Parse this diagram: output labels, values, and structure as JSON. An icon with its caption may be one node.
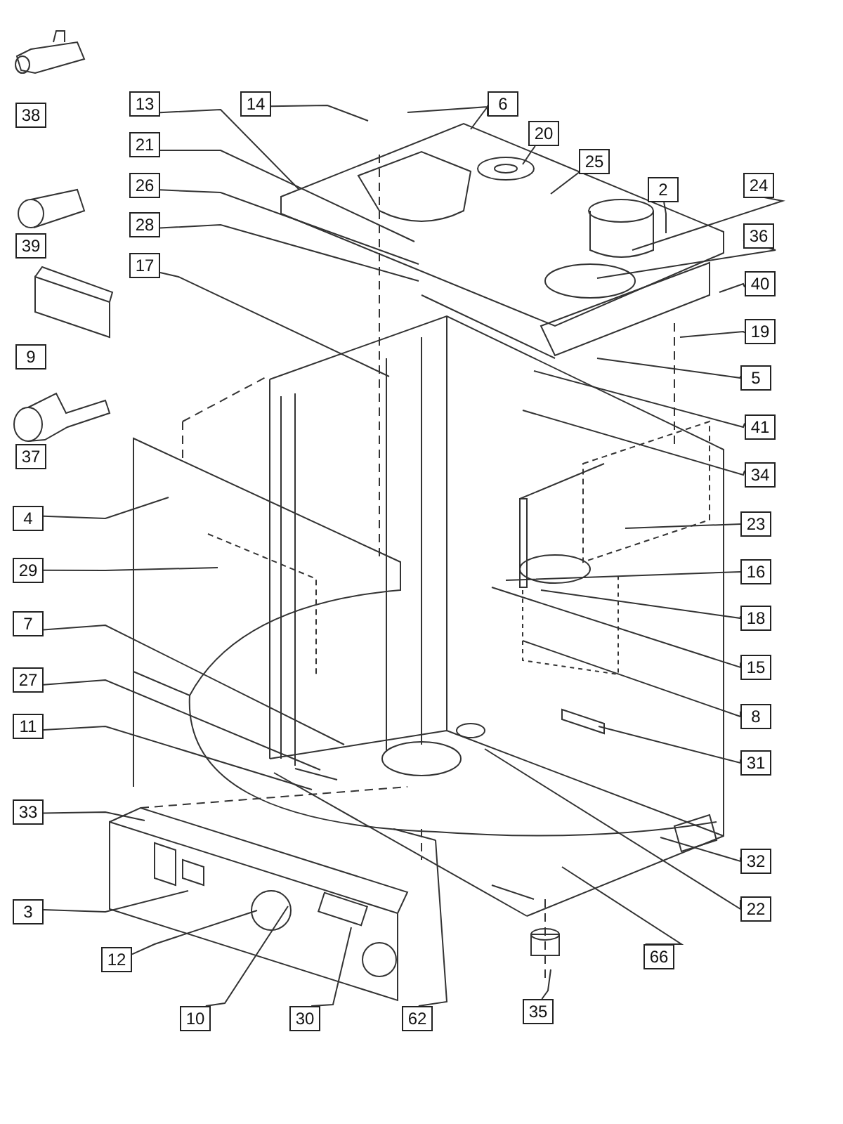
{
  "diagram": {
    "nodes": [
      {
        "text": [
          "13"
        ]
      },
      {
        "text": [
          "14"
        ]
      },
      {
        "text": [
          "6"
        ]
      },
      {
        "text": [
          "20"
        ]
      },
      {
        "text": [
          "25"
        ]
      },
      {
        "text": [
          "2"
        ]
      },
      {
        "text": [
          "24"
        ]
      },
      {
        "text": [
          "21"
        ]
      },
      {
        "text": [
          "26"
        ]
      },
      {
        "text": [
          "28"
        ]
      },
      {
        "text": [
          "36"
        ]
      },
      {
        "text": [
          "40"
        ]
      },
      {
        "text": [
          "17"
        ]
      },
      {
        "text": [
          "19"
        ]
      },
      {
        "text": [
          "5"
        ]
      },
      {
        "text": [
          "41"
        ]
      },
      {
        "text": [
          "34"
        ]
      },
      {
        "text": [
          "4"
        ]
      },
      {
        "text": [
          "23"
        ]
      },
      {
        "text": [
          "29"
        ]
      },
      {
        "text": [
          "16"
        ]
      },
      {
        "text": [
          "7"
        ]
      },
      {
        "text": [
          "18"
        ]
      },
      {
        "text": [
          "15"
        ]
      },
      {
        "text": [
          "27"
        ]
      },
      {
        "text": [
          "8"
        ]
      },
      {
        "text": [
          "11"
        ]
      },
      {
        "text": [
          "31"
        ]
      },
      {
        "text": [
          "33"
        ]
      },
      {
        "text": [
          "32"
        ]
      },
      {
        "text": [
          "3"
        ]
      },
      {
        "text": [
          "22"
        ]
      },
      {
        "text": [
          "66"
        ]
      },
      {
        "text": [
          "12"
        ]
      },
      {
        "text": [
          "10"
        ]
      },
      {
        "text": [
          "30"
        ]
      },
      {
        "text": [
          "62"
        ]
      },
      {
        "text": [
          "35"
        ]
      },
      {
        "text": [
          "38"
        ]
      },
      {
        "text": [
          "39"
        ]
      },
      {
        "text": [
          "9"
        ]
      },
      {
        "text": [
          "37"
        ]
      }
    ],
    "edges": [
      {
        "from": 0,
        "to": null,
        "arrow": "none"
      },
      {
        "from": 1,
        "to": null,
        "arrow": "none"
      },
      {
        "from": 2,
        "to": null,
        "arrow": "none"
      },
      {
        "from": 2,
        "to": null,
        "arrow": "none"
      },
      {
        "from": 3,
        "to": null,
        "arrow": "none"
      },
      {
        "from": 4,
        "to": null,
        "arrow": "none"
      },
      {
        "from": 5,
        "to": null,
        "arrow": "none"
      },
      {
        "from": 6,
        "to": null,
        "arrow": "none"
      },
      {
        "from": 7,
        "to": null,
        "arrow": "none"
      },
      {
        "from": 8,
        "to": null,
        "arrow": "none"
      },
      {
        "from": 9,
        "to": null,
        "arrow": "none"
      },
      {
        "from": 10,
        "to": null,
        "arrow": "none"
      },
      {
        "from": 11,
        "to": null,
        "arrow": "none"
      },
      {
        "from": 12,
        "to": null,
        "arrow": "none"
      },
      {
        "from": 13,
        "to": null,
        "arrow": "none"
      },
      {
        "from": 14,
        "to": null,
        "arrow": "none"
      },
      {
        "from": 15,
        "to": null,
        "arrow": "none"
      },
      {
        "from": 16,
        "to": null,
        "arrow": "none"
      },
      {
        "from": 17,
        "to": null,
        "arrow": "none"
      },
      {
        "from": 18,
        "to": null,
        "arrow": "none"
      },
      {
        "from": 19,
        "to": null,
        "arrow": "none"
      },
      {
        "from": 20,
        "to": null,
        "arrow": "none"
      },
      {
        "from": 21,
        "to": null,
        "arrow": "none"
      },
      {
        "from": 22,
        "to": null,
        "arrow": "none"
      },
      {
        "from": 23,
        "to": null,
        "arrow": "none"
      },
      {
        "from": 24,
        "to": null,
        "arrow": "none"
      },
      {
        "from": 25,
        "to": null,
        "arrow": "none"
      },
      {
        "from": 26,
        "to": null,
        "arrow": "none"
      },
      {
        "from": 27,
        "to": null,
        "arrow": "none"
      },
      {
        "from": 28,
        "to": null,
        "arrow": "none"
      },
      {
        "from": 29,
        "to": null,
        "arrow": "none"
      },
      {
        "from": 30,
        "to": null,
        "arrow": "none"
      },
      {
        "from": 31,
        "to": null,
        "arrow": "none"
      },
      {
        "from": 32,
        "to": null,
        "arrow": "none"
      },
      {
        "from": 33,
        "to": null,
        "arrow": "none"
      },
      {
        "from": 34,
        "to": null,
        "arrow": "none"
      },
      {
        "from": 35,
        "to": null,
        "arrow": "none"
      },
      {
        "from": 36,
        "to": null,
        "arrow": "none"
      },
      {
        "from": 37,
        "to": null,
        "arrow": "none"
      }
    ]
  }
}
